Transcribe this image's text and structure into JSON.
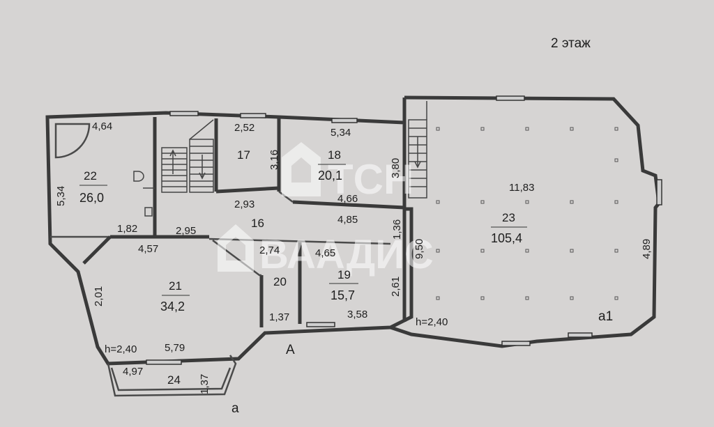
{
  "floor_label": "2 этаж",
  "rooms": [
    {
      "number": "22",
      "area": "26,0"
    },
    {
      "number": "17",
      "area": ""
    },
    {
      "number": "18",
      "area": "20,1"
    },
    {
      "number": "16",
      "area": ""
    },
    {
      "number": "21",
      "area": "34,2"
    },
    {
      "number": "20",
      "area": ""
    },
    {
      "number": "19",
      "area": "15,7"
    },
    {
      "number": "23",
      "area": "105,4"
    },
    {
      "number": "24",
      "area": ""
    }
  ],
  "dimensions": [
    "4,64",
    "5,34",
    "1,82",
    "2,52",
    "3,16",
    "2,93",
    "5,34",
    "3,80",
    "4,66",
    "2,95",
    "4,85",
    "1,36",
    "4,57",
    "2,74",
    "4,65",
    "9,50",
    "2,61",
    "2,01",
    "1,37",
    "3,58",
    "5,79",
    "4,97",
    "1,37",
    "11,83",
    "4,89"
  ],
  "heights": [
    "h=2,40",
    "h=2,40"
  ],
  "axis_marks": [
    "A",
    "a",
    "a1"
  ],
  "watermark": {
    "brand1": "ТСН",
    "brand2": "ВААДИС"
  }
}
